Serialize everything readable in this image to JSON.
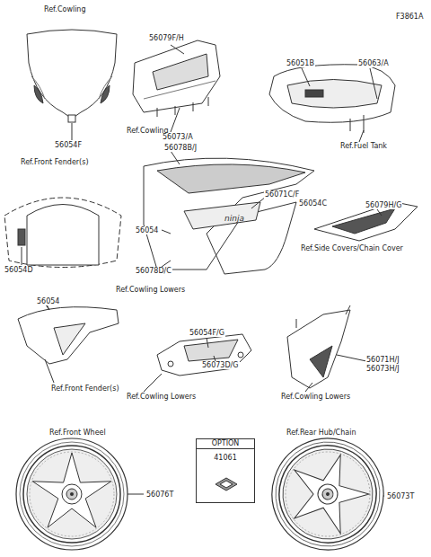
{
  "diagram": {
    "nodes": [
      {
        "text": [
          "OPTION",
          "41061"
        ]
      }
    ],
    "edges": [],
    "labels": [
      "Ref.Cowling",
      "F3861A",
      "56054F",
      "56079F/H",
      "Ref.Cowling",
      "56073/A",
      "56051B",
      "56063/A",
      "Ref.Fuel Tank",
      "56078B/J",
      "Ref.Front Fender(s)",
      "56071C/F",
      "56054C",
      "56079H/G",
      "Ref.Side Covers/Chain Cover",
      "56054",
      "56054D",
      "56078D/C",
      "Ref.Cowling Lowers",
      "56054",
      "56054F/G",
      "56073D/G",
      "56071H/J",
      "56073H/J",
      "Ref.Front Fender(s)",
      "Ref.Cowling Lowers",
      "Ref.Cowling Lowers",
      "Ref.Front Wheel",
      "56076T",
      "Ref.Rear Hub/Chain",
      "56073T"
    ]
  }
}
